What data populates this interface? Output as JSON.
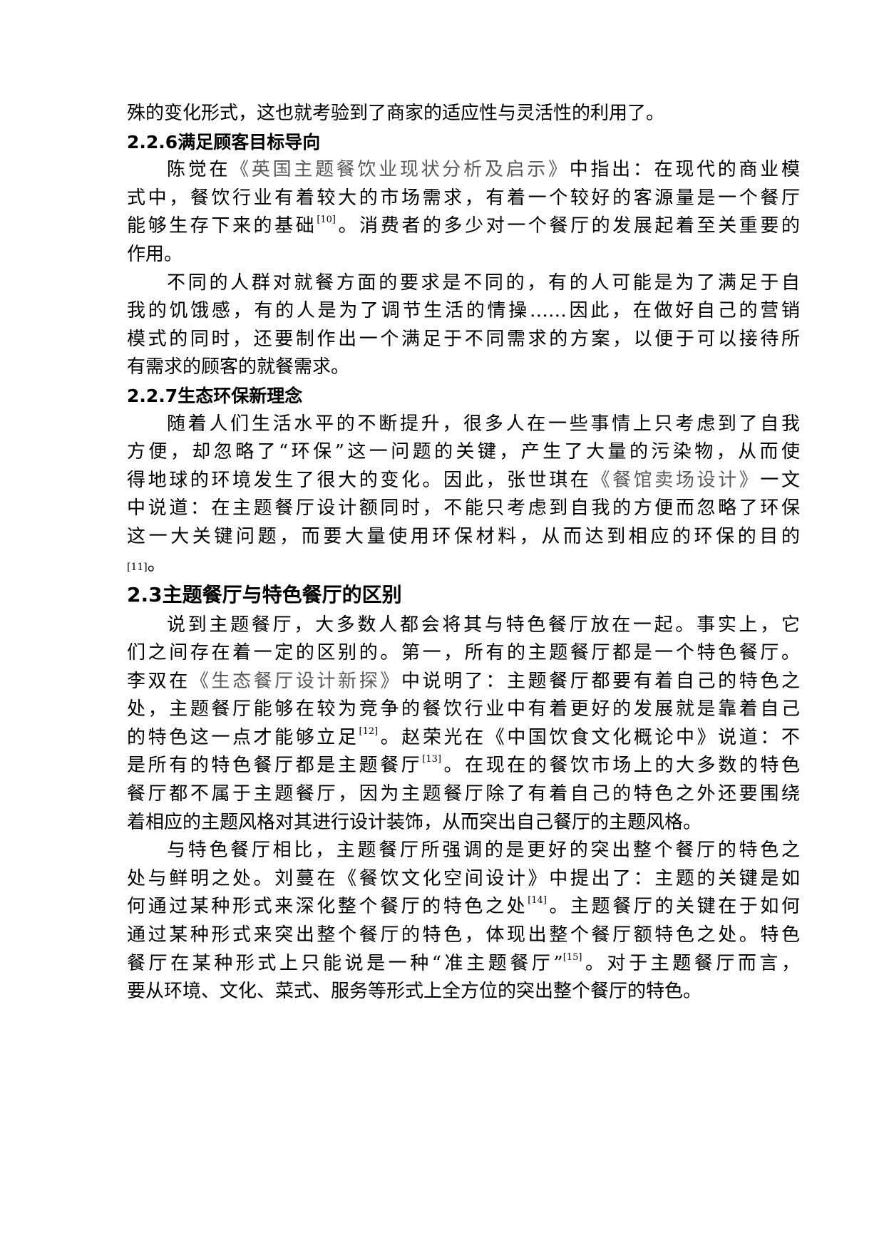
{
  "document": {
    "blocks": [
      {
        "type": "para_tail",
        "lines": [
          "殊的变化形式，这也就考验到了商家的适应性与灵活性的利用了。"
        ]
      },
      {
        "type": "heading3",
        "number": "2.2.6",
        "title": "满足顾客目标导向"
      },
      {
        "type": "para",
        "segments": [
          {
            "text": "陈觉在"
          },
          {
            "text": "《英国主题餐饮业现状分析及启示》",
            "style": "book"
          },
          {
            "text": "中指出：在现代的商业模式中，餐饮行业有着较大的市场需求，有着一个较好的客源量是一个餐厅能够生存下来的基础"
          },
          {
            "text": "[10]",
            "style": "sup"
          },
          {
            "text": "。消费者的多少对一个餐厅的发展起着至关重要的作用。"
          }
        ]
      },
      {
        "type": "para",
        "segments": [
          {
            "text": "不同的人群对就餐方面的要求是不同的，有的人可能是为了满足于自我的饥饿感，有的人是为了调节生活的情操……因此，在做好自己的营销模式的同时，还要制作出一个满足于不同需求的方案，以便于可以接待所有需求的顾客的就餐需求。"
          }
        ]
      },
      {
        "type": "heading3",
        "number": "2.2.7",
        "title": "生态环保新理念"
      },
      {
        "type": "para",
        "segments": [
          {
            "text": "随着人们生活水平的不断提升，很多人在一些事情上只考虑到了自我方便，却忽略了“环保”这一问题的关键，产生了大量的污染物，从而使得地球的环境发生了很大的变化。因此，张世琪在"
          },
          {
            "text": "《餐馆卖场设计》",
            "style": "book"
          },
          {
            "text": "一文中说道：在主题餐厅设计额同时，不能只考虑到自我的方便而忽略了环保这一大关键问题，而要大量使用环保材料，从而达到相应的环保的目的"
          },
          {
            "text": "[11]",
            "style": "sup"
          },
          {
            "text": "。"
          }
        ]
      },
      {
        "type": "heading2",
        "number": "2.3",
        "title": "主题餐厅与特色餐厅的区别"
      },
      {
        "type": "para",
        "segments": [
          {
            "text": "说到主题餐厅，大多数人都会将其与特色餐厅放在一起。事实上，它们之间存在着一定的区别的。第一，所有的主题餐厅都是一个特色餐厅。李双在"
          },
          {
            "text": "《生态餐厅设计新探》",
            "style": "book"
          },
          {
            "text": "中说明了：主题餐厅都要有着自己的特色之处，主题餐厅能够在较为竞争的餐饮行业中有着更好的发展就是靠着自己的特色这一点才能够立足"
          },
          {
            "text": "[12]",
            "style": "sup"
          },
          {
            "text": "。赵荣光在《中国饮食文化概论中》说道：不是所有的特色餐厅都是主题餐厅"
          },
          {
            "text": "[13]",
            "style": "sup"
          },
          {
            "text": "。在现在的餐饮市场上的大多数的特色餐厅都不属于主题餐厅，因为主题餐厅除了有着自己的特色之外还要围绕着相应的主题风格对其进行设计装饰，从而突出自己餐厅的主题风格。"
          }
        ]
      },
      {
        "type": "para",
        "segments": [
          {
            "text": "与特色餐厅相比，主题餐厅所强调的是更好的突出整个餐厅的特色之处与鲜明之处。刘蔓在《餐饮文化空间设计》中提出了：主题的关键是如何通过某种形式来深化整个餐厅的特色之处"
          },
          {
            "text": "[14]",
            "style": "sup"
          },
          {
            "text": "。主题餐厅的关键在于如何通过某种形式来突出整个餐厅的特色，体现出整个餐厅额特色之处。特色餐厅在某种形式上只能说是一种“准主题餐厅”"
          },
          {
            "text": "[15]",
            "style": "sup"
          },
          {
            "text": "。对于主题餐厅而言，要从环境、文化、菜式、服务等形式上全方位的突出整个餐厅的特色。"
          }
        ]
      }
    ],
    "lines": {
      "l01": "殊的变化形式，这也就考验到了商家的适应性与灵活性的利用了。",
      "h226_num": "2.2.6",
      "h226_title": "满足顾客目标导向",
      "p1_l1_a": "陈觉在",
      "p1_l1_book": "《英国主题餐饮业现状分析及启示》",
      "p1_l1_b": "中指出：在现代的商业模",
      "p1_l2": "式中，餐饮行业有着较大的市场需求，有着一个较好的客源量是一个餐厅",
      "p1_l3_a": "能够生存下来的基础",
      "p1_l3_ref": "[10]",
      "p1_l3_b": "。消费者的多少对一个餐厅的发展起着至关重要的",
      "p1_l4": "作用。",
      "p2_l1": "不同的人群对就餐方面的要求是不同的，有的人可能是为了满足于自",
      "p2_l2": "我的饥饿感，有的人是为了调节生活的情操……因此，在做好自己的营销",
      "p2_l3": "模式的同时，还要制作出一个满足于不同需求的方案，以便于可以接待所",
      "p2_l4": "有需求的顾客的就餐需求。",
      "h227_num": "2.2.7",
      "h227_title": "生态环保新理念",
      "p3_l1": "随着人们生活水平的不断提升，很多人在一些事情上只考虑到了自我",
      "p3_l2": "方便，却忽略了“环保”这一问题的关键，产生了大量的污染物，从而使",
      "p3_l3_a": "得地球的环境发生了很大的变化。因此，张世琪在",
      "p3_l3_book": "《餐馆卖场设计》",
      "p3_l3_b": "一文",
      "p3_l4": "中说道：在主题餐厅设计额同时，不能只考虑到自我的方便而忽略了环保",
      "p3_l5": "这一大关键问题，而要大量使用环保材料，从而达到相应的环保的目的",
      "p3_l6_ref": "[11]",
      "p3_l6_b": "。",
      "h23_num": "2.3",
      "h23_title": "主题餐厅与特色餐厅的区别",
      "p4_l1": "说到主题餐厅，大多数人都会将其与特色餐厅放在一起。事实上，它",
      "p4_l2": "们之间存在着一定的区别的。第一，所有的主题餐厅都是一个特色餐厅。",
      "p4_l3_a": "李双在",
      "p4_l3_book": "《生态餐厅设计新探》",
      "p4_l3_b": "中说明了：主题餐厅都要有着自己的特色之",
      "p4_l4": "处，主题餐厅能够在较为竞争的餐饮行业中有着更好的发展就是靠着自己",
      "p4_l5_a": "的特色这一点才能够立足",
      "p4_l5_ref": "[12]",
      "p4_l5_b": "。赵荣光在《中国饮食文化概论中》说道：不",
      "p4_l6_a": "是所有的特色餐厅都是主题餐厅",
      "p4_l6_ref": "[13]",
      "p4_l6_b": "。在现在的餐饮市场上的大多数的特色",
      "p4_l7": "餐厅都不属于主题餐厅，因为主题餐厅除了有着自己的特色之外还要围绕",
      "p4_l8": "着相应的主题风格对其进行设计装饰，从而突出自己餐厅的主题风格。",
      "p5_l1": "与特色餐厅相比，主题餐厅所强调的是更好的突出整个餐厅的特色之",
      "p5_l2": "处与鲜明之处。刘蔓在《餐饮文化空间设计》中提出了：主题的关键是如",
      "p5_l3_a": "何通过某种形式来深化整个餐厅的特色之处",
      "p5_l3_ref": "[14]",
      "p5_l3_b": "。主题餐厅的关键在于如何",
      "p5_l4": "通过某种形式来突出整个餐厅的特色，体现出整个餐厅额特色之处。特色",
      "p5_l5_a": "餐厅在某种形式上只能说是一种“准主题餐厅”",
      "p5_l5_ref": "[15]",
      "p5_l5_b": "。对于主题餐厅而言，",
      "p5_l6": "要从环境、文化、菜式、服务等形式上全方位的突出整个餐厅的特色。"
    }
  }
}
